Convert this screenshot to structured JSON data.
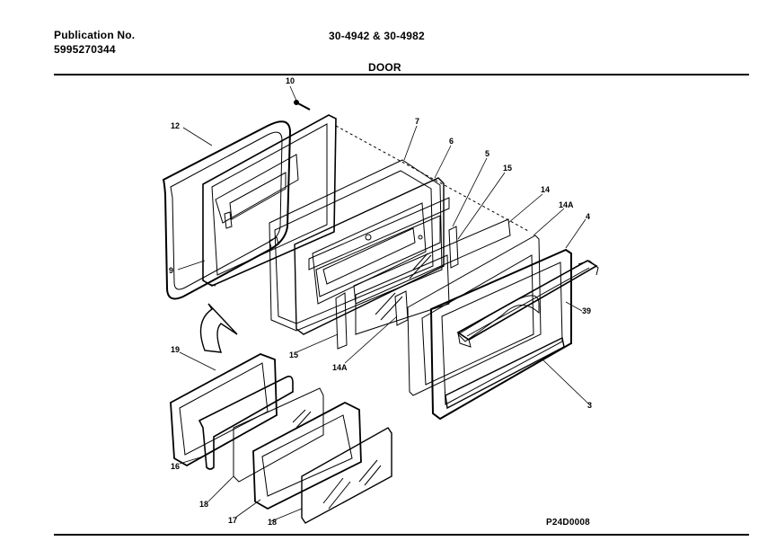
{
  "header": {
    "publication_label": "Publication No.",
    "publication_number": "5995270344",
    "model_numbers": "30-4942 & 30-4982",
    "section_title": "DOOR"
  },
  "footer": {
    "diagram_code": "P24D0008"
  },
  "callouts": {
    "c10": "10",
    "c12": "12",
    "c9": "9",
    "c7": "7",
    "c6": "6",
    "c5": "5",
    "c15a": "15",
    "c14": "14",
    "c14A_top": "14A",
    "c4": "4",
    "c39": "39",
    "c15b": "15",
    "c14A_bottom": "14A",
    "c3": "3",
    "c19": "19",
    "c16": "16",
    "c18a": "18",
    "c17": "17",
    "c18b": "18"
  }
}
